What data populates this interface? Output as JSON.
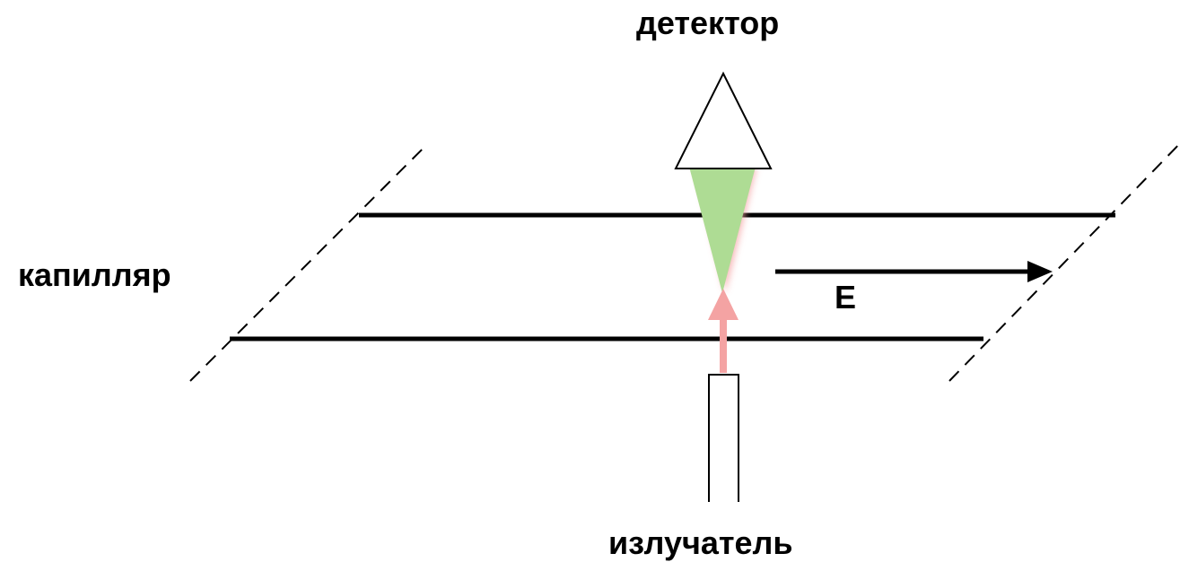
{
  "labels": {
    "detector": "детектор",
    "capillary": "капилляр",
    "emitter": "излучатель",
    "field": "E"
  },
  "colors": {
    "line": "#000000",
    "beam_incident": "#f4a3a3",
    "beam_emitted": "#aedc94"
  }
}
